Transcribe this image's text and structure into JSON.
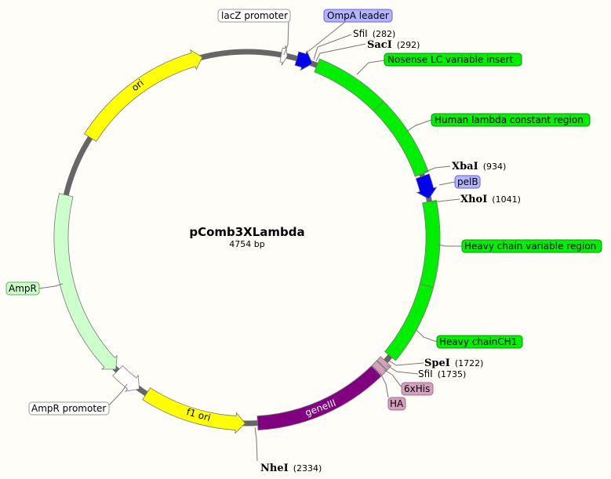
{
  "plasmid": {
    "name": "pComb3XLambda",
    "length_label": "4754 bp",
    "length": 4754
  },
  "colors": {
    "background": "#fffdf7",
    "backbone": "#666666",
    "green": "#00ee00",
    "blue": "#0000ee",
    "yellow": "#ffff00",
    "purple": "#800080",
    "light_green": "#ccffcc",
    "pink": "#d4a0bc",
    "lavender": "#b3b3ff"
  },
  "features": [
    {
      "name": "lacZ promoter",
      "start": 140,
      "end": 165,
      "dir": 1,
      "color": "#ffffff"
    },
    {
      "name": "OmpA leader",
      "start": 205,
      "end": 272,
      "dir": 1,
      "color": "#0000ee"
    },
    {
      "name": "Nosense LC variable insert",
      "start": 292,
      "end": 594,
      "dir": 0,
      "color": "#00ee00"
    },
    {
      "name": "Human lambda constant region",
      "start": 594,
      "end": 925,
      "dir": 0,
      "color": "#00ee00"
    },
    {
      "name": "pelB",
      "start": 934,
      "end": 1030,
      "dir": 1,
      "color": "#0000ee"
    },
    {
      "name": "Heavy chain variable region",
      "start": 1041,
      "end": 1387,
      "dir": 0,
      "color": "#00ee00"
    },
    {
      "name": "Heavy chainCH1",
      "start": 1387,
      "end": 1712,
      "dir": 0,
      "color": "#00ee00"
    },
    {
      "name": "6xHis",
      "start": 1740,
      "end": 1762,
      "dir": 0,
      "color": "#d4a0bc"
    },
    {
      "name": "HA",
      "start": 1764,
      "end": 1792,
      "dir": 0,
      "color": "#d4a0bc"
    },
    {
      "name": "geneIII",
      "start": 1795,
      "end": 2334,
      "dir": 0,
      "color": "#800080"
    },
    {
      "name": "f1 ori",
      "start": 2385,
      "end": 2810,
      "dir": -1,
      "color": "#ffff00"
    },
    {
      "name": "AmpR promoter",
      "start": 2845,
      "end": 2960,
      "dir": -1,
      "color": "#ffffff"
    },
    {
      "name": "AmpR",
      "start": 2970,
      "end": 3740,
      "dir": -1,
      "color": "#ccffcc"
    },
    {
      "name": "ori",
      "start": 3995,
      "end": 4570,
      "dir": 1,
      "color": "#ffff00"
    }
  ],
  "labels": {
    "lacz": "lacZ promoter",
    "ompa": "OmpA leader",
    "nosense": "Nosense LC variable insert",
    "lambda": "Human lambda constant region",
    "pelb": "pelB",
    "hvar": "Heavy chain variable region",
    "ch1": "Heavy chainCH1",
    "his": "6xHis",
    "ha": "HA",
    "ampr_promoter": "AmpR promoter",
    "ampr": "AmpR",
    "ori": "ori",
    "geneiii": "geneIII",
    "f1ori": "f1 ori"
  },
  "sites": {
    "sfi1": {
      "name": "SfiI",
      "pos": "(282)"
    },
    "saci": {
      "name": "SacI",
      "pos": "(292)"
    },
    "xbai": {
      "name": "XbaI",
      "pos": "(934)"
    },
    "xhoi": {
      "name": "XhoI",
      "pos": "(1041)"
    },
    "spei": {
      "name": "SpeI",
      "pos": "(1722)"
    },
    "sfi2": {
      "name": "SfiI",
      "pos": "(1735)"
    },
    "nhei": {
      "name": "NheI",
      "pos": "(2334)"
    }
  }
}
